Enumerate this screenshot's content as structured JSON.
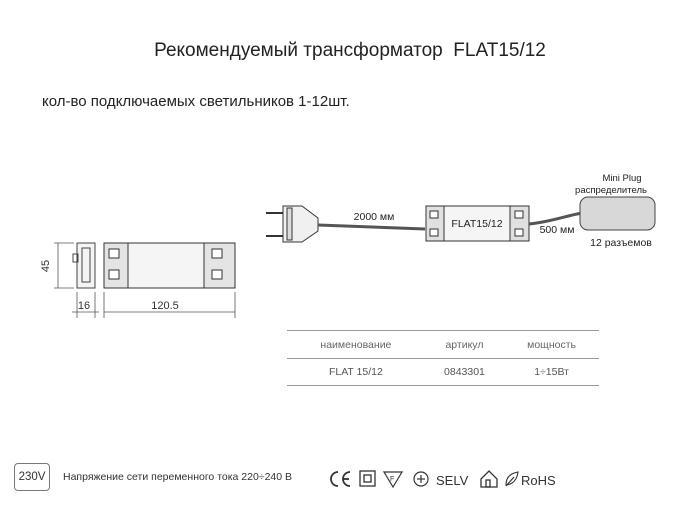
{
  "title": "Рекомендуемый трансформатор  FLAT15/12",
  "subtitle": "кол-во подключаемых светильников 1-12шт.",
  "dimensions": {
    "height": "45",
    "depth": "16",
    "length": "120.5"
  },
  "wiring": {
    "cable_in_length": "2000 мм",
    "transformer_label": "FLAT15/12",
    "cable_out_length": "500 мм",
    "plug_title_line1": "Mini Plug",
    "plug_title_line2": "распределитель",
    "plug_outputs": "12 разъемов"
  },
  "spec_table": {
    "headers": [
      "наименование",
      "артикул",
      "мощность"
    ],
    "rows": [
      [
        "FLAT 15/12",
        "0843301",
        "1÷15Вт"
      ]
    ]
  },
  "footer": {
    "voltage_badge": "230V",
    "voltage_note": "Напряжение сети переменного тока 220÷240 В",
    "cert_selv": "SELV",
    "cert_rohs": "RoHS"
  },
  "icons": [
    "ce-mark-icon",
    "double-insulation-icon",
    "f-mark-icon",
    "thermal-protection-icon",
    "selv-text",
    "indoor-use-icon",
    "rohs-leaf-icon"
  ]
}
